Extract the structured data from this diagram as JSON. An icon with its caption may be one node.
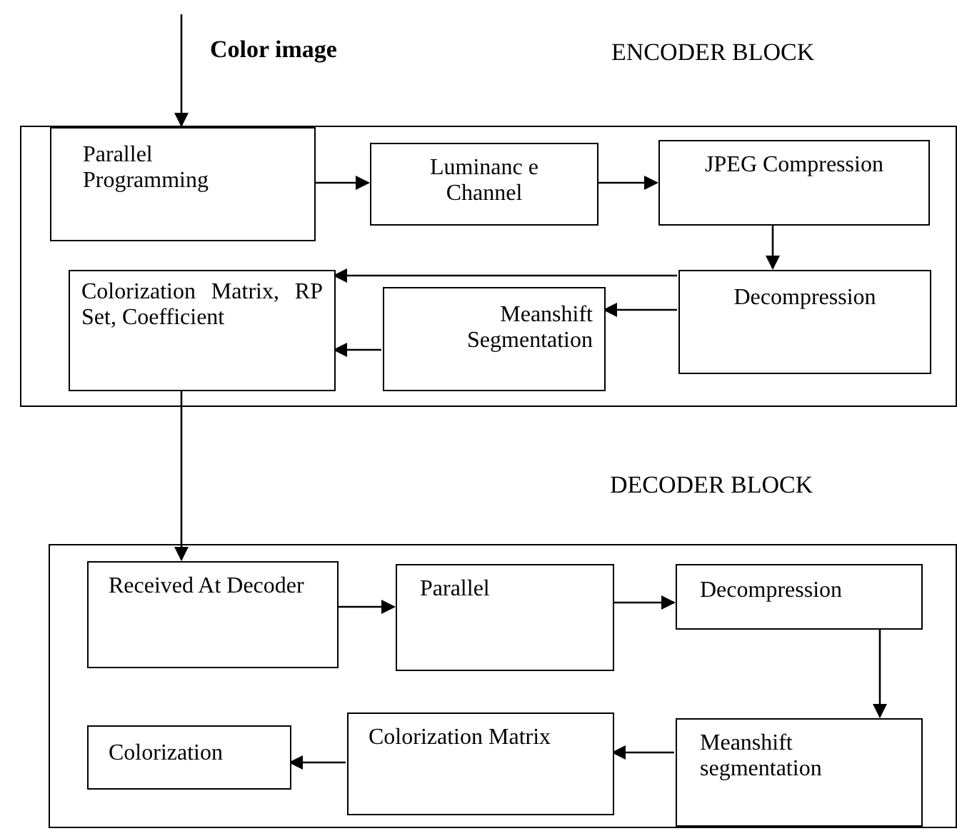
{
  "diagram": {
    "nodes": [
      {
        "text": [
          "ENCODER BLOCK"
        ]
      },
      {
        "text": [
          "Parallel Programming"
        ],
        "in": 0
      },
      {
        "text": [
          "Luminanc e Channel"
        ],
        "in": 0
      },
      {
        "text": [
          "JPEG Compression"
        ],
        "in": 0
      },
      {
        "text": [
          "Decompression"
        ],
        "in": 0
      },
      {
        "text": [
          "Meanshift Segmentation"
        ],
        "in": 0
      },
      {
        "text": [
          "Colorization Matrix, RP Set, Coefficient"
        ],
        "in": 0
      },
      {
        "text": [
          "DECODER BLOCK"
        ]
      },
      {
        "text": [
          "Received At Decoder"
        ],
        "in": 7
      },
      {
        "text": [
          "Parallel"
        ],
        "in": 7
      },
      {
        "text": [
          "Decompression"
        ],
        "in": 7
      },
      {
        "text": [
          "Meanshift segmentation"
        ],
        "in": 7
      },
      {
        "text": [
          "Colorization Matrix"
        ],
        "in": 7
      },
      {
        "text": [
          "Colorization"
        ],
        "in": 7
      }
    ],
    "edges": [
      {
        "from": null,
        "to": 1,
        "arrow": "to",
        "label": "Color image"
      },
      {
        "from": 1,
        "to": 2,
        "arrow": "to"
      },
      {
        "from": 2,
        "to": 3,
        "arrow": "to"
      },
      {
        "from": 3,
        "to": 4,
        "arrow": "to"
      },
      {
        "from": 4,
        "to": 6,
        "arrow": "to"
      },
      {
        "from": 4,
        "to": 5,
        "arrow": "to"
      },
      {
        "from": 5,
        "to": 6,
        "arrow": "to"
      },
      {
        "from": 6,
        "to": 8,
        "arrow": "to"
      },
      {
        "from": 8,
        "to": 9,
        "arrow": "to"
      },
      {
        "from": 9,
        "to": 10,
        "arrow": "to"
      },
      {
        "from": 10,
        "to": 11,
        "arrow": "to"
      },
      {
        "from": 11,
        "to": 12,
        "arrow": "to"
      },
      {
        "from": 12,
        "to": 13,
        "arrow": "to"
      }
    ]
  }
}
